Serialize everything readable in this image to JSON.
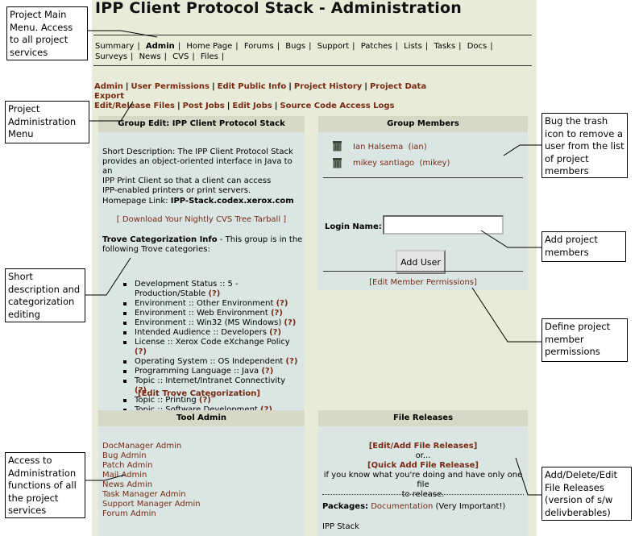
{
  "page": {
    "title": "IPP Client Protocol Stack - Administration"
  },
  "nav": {
    "items": [
      {
        "label": "Summary"
      },
      {
        "label": "Admin"
      },
      {
        "label": "Home Page"
      },
      {
        "label": "Forums"
      },
      {
        "label": "Bugs"
      },
      {
        "label": "Support"
      },
      {
        "label": "Patches"
      },
      {
        "label": "Lists"
      },
      {
        "label": "Tasks"
      },
      {
        "label": "Docs"
      },
      {
        "label": "Surveys"
      },
      {
        "label": "News"
      },
      {
        "label": "CVS"
      },
      {
        "label": "Files"
      }
    ]
  },
  "admin_menu": {
    "items": [
      {
        "label": "Admin"
      },
      {
        "label": "User Permissions"
      },
      {
        "label": "Edit Public Info"
      },
      {
        "label": "Project History"
      },
      {
        "label": "Project Data Export"
      },
      {
        "label": "Edit/Release Files"
      },
      {
        "label": "Post Jobs"
      },
      {
        "label": "Edit Jobs"
      },
      {
        "label": "Source Code Access Logs"
      }
    ]
  },
  "group_edit": {
    "heading": "Group Edit: IPP Client Protocol Stack",
    "desc_lines": [
      "Short Description: The IPP Client Protocol Stack",
      "provides an object-oriented interface in Java to an",
      "IPP Print Client so that a client can access",
      "IPP-enabled printers or print servers."
    ],
    "homepage_label": "Homepage Link: ",
    "homepage_value": "IPP-Stack.codex.xerox.com",
    "download_link": "[ Download Your Nightly CVS Tree Tarball ]",
    "trove_heading": "Trove Categorization Info",
    "trove_intro_1": " - This group is in the",
    "trove_intro_2": "following Trove categories:",
    "trove_items": [
      {
        "line1": "Development Status :: 5 -",
        "line2": "Production/Stable",
        "q": "(?)"
      },
      {
        "line1": "Environment :: Other Environment",
        "q": "(?)"
      },
      {
        "line1": "Environment :: Web Environment",
        "q": "(?)"
      },
      {
        "line1": "Environment :: Win32 (MS Windows)",
        "q": "(?)"
      },
      {
        "line1": "Intended Audience :: Developers",
        "q": "(?)"
      },
      {
        "line1": "License :: Xerox Code eXchange Policy",
        "q": "(?)"
      },
      {
        "line1": "Operating System :: OS Independent",
        "q": "(?)"
      },
      {
        "line1": "Programming Language :: Java",
        "q": "(?)"
      },
      {
        "line1": "Topic :: Internet/Intranet Connectivity",
        "q": "(?)"
      },
      {
        "line1": "Topic :: Printing",
        "q": "(?)"
      },
      {
        "line1": "Topic :: Software Development",
        "q": "(?)"
      }
    ],
    "edit_trove": "[Edit Trove Categorization]"
  },
  "group_members": {
    "heading": "Group Members",
    "members": [
      {
        "name": "Ian Halsema",
        "user": "(ian)"
      },
      {
        "name": "mikey santiago",
        "user": "(mikey)"
      }
    ],
    "login_label": "Login Name:",
    "login_value": "",
    "add_user_label": "Add User",
    "edit_permissions": "[Edit Member Permissions]"
  },
  "tool_admin": {
    "heading": "Tool Admin",
    "items": [
      {
        "label": "DocManager Admin"
      },
      {
        "label": "Bug Admin"
      },
      {
        "label": "Patch Admin"
      },
      {
        "label": "Mail Admin"
      },
      {
        "label": "News Admin"
      },
      {
        "label": "Task Manager Admin"
      },
      {
        "label": "Support Manager Admin"
      },
      {
        "label": "Forum Admin"
      }
    ]
  },
  "file_releases": {
    "heading": "File Releases",
    "edit_add": "[Edit/Add File Releases]",
    "or": "or...",
    "quick_add": "[Quick Add File Release]",
    "hint_1": "if you know what you're doing and have only one file",
    "hint_2": "to release.",
    "packages_label": "Packages:",
    "packages_link": "Documentation",
    "packages_note": " (Very Important!)",
    "package_name": "IPP Stack"
  },
  "callouts": {
    "main_menu": [
      "Project Main",
      "Menu. Access",
      "to all project",
      "services"
    ],
    "admin_menu": [
      "Project",
      "Administration",
      "Menu"
    ],
    "short_desc": [
      "Short",
      "description and",
      "categorization",
      "editing"
    ],
    "access_admin": [
      "Access to",
      "Administration",
      "functions of all",
      "the project",
      "services"
    ],
    "trash": [
      "Bug the trash",
      "icon to remove a",
      "user from the list",
      "of project",
      "members"
    ],
    "add_members": [
      "Add project",
      "members"
    ],
    "define_perms": [
      "Define project",
      "member",
      "permissions"
    ],
    "file_rel": [
      "Add/Delete/Edit",
      "File Releases",
      "(version of s/w",
      "delivberables)"
    ]
  },
  "colors": {
    "page_bg": "#e7ebd7",
    "panel_head": "#d6d9c6",
    "panel_body": "#d9e6e4",
    "link": "#7a2a14"
  }
}
